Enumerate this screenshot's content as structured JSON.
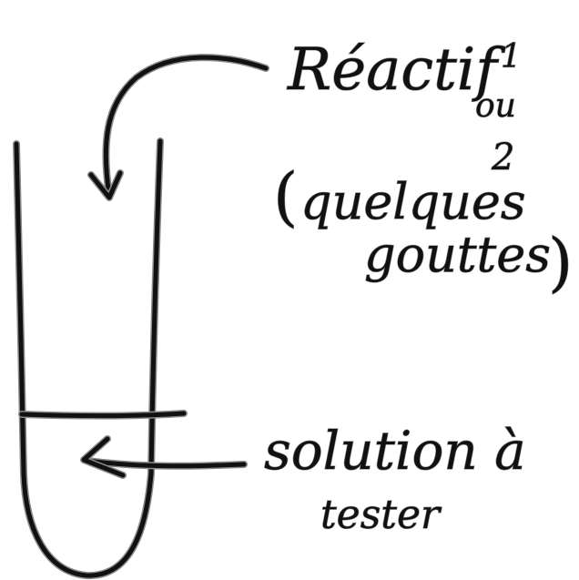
{
  "labels": {
    "reagent": "Réactif",
    "reagent_number_1": "1",
    "reagent_or": "ou",
    "reagent_number_2": "2",
    "paren_open": "(",
    "quantity_word_1": "quelques",
    "quantity_word_2": "gouttes",
    "paren_close": ")",
    "solution_line_1": "solution à",
    "solution_line_2": "tester"
  }
}
